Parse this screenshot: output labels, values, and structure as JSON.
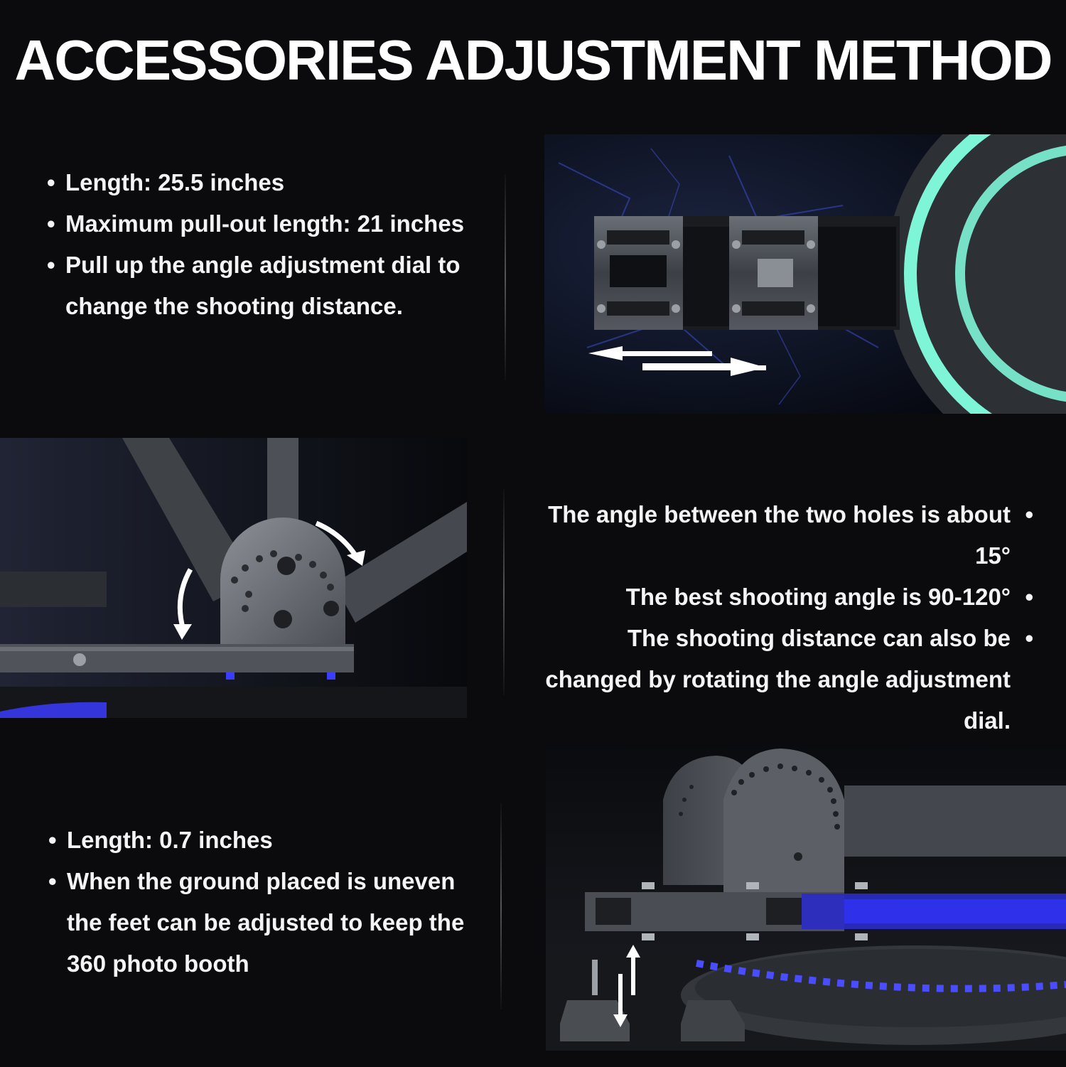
{
  "title": "ACCESSORIES ADJUSTMENT METHOD",
  "bullet_glyph": "•",
  "section1": {
    "items": [
      "Length: 25.5 inches",
      "Maximum pull-out length: 21 inches",
      "Pull up the angle adjustment dial to change the shooting distance."
    ]
  },
  "section2": {
    "items": [
      "The angle between the two holes is about 15°",
      "The best shooting angle is 90-120°",
      "The shooting distance can also be changed by rotating the angle adjustment dial."
    ]
  },
  "section3": {
    "items": [
      "Length: 0.7 inches",
      "When the ground placed is uneven the feet can be adjusted to keep the 360 photo booth"
    ]
  },
  "colors": {
    "background": "#0b0b0d",
    "text": "#ffffff",
    "metal": "#4a4f55",
    "led_blue": "#3a3cff",
    "ring_green": "#7ff5d8"
  }
}
